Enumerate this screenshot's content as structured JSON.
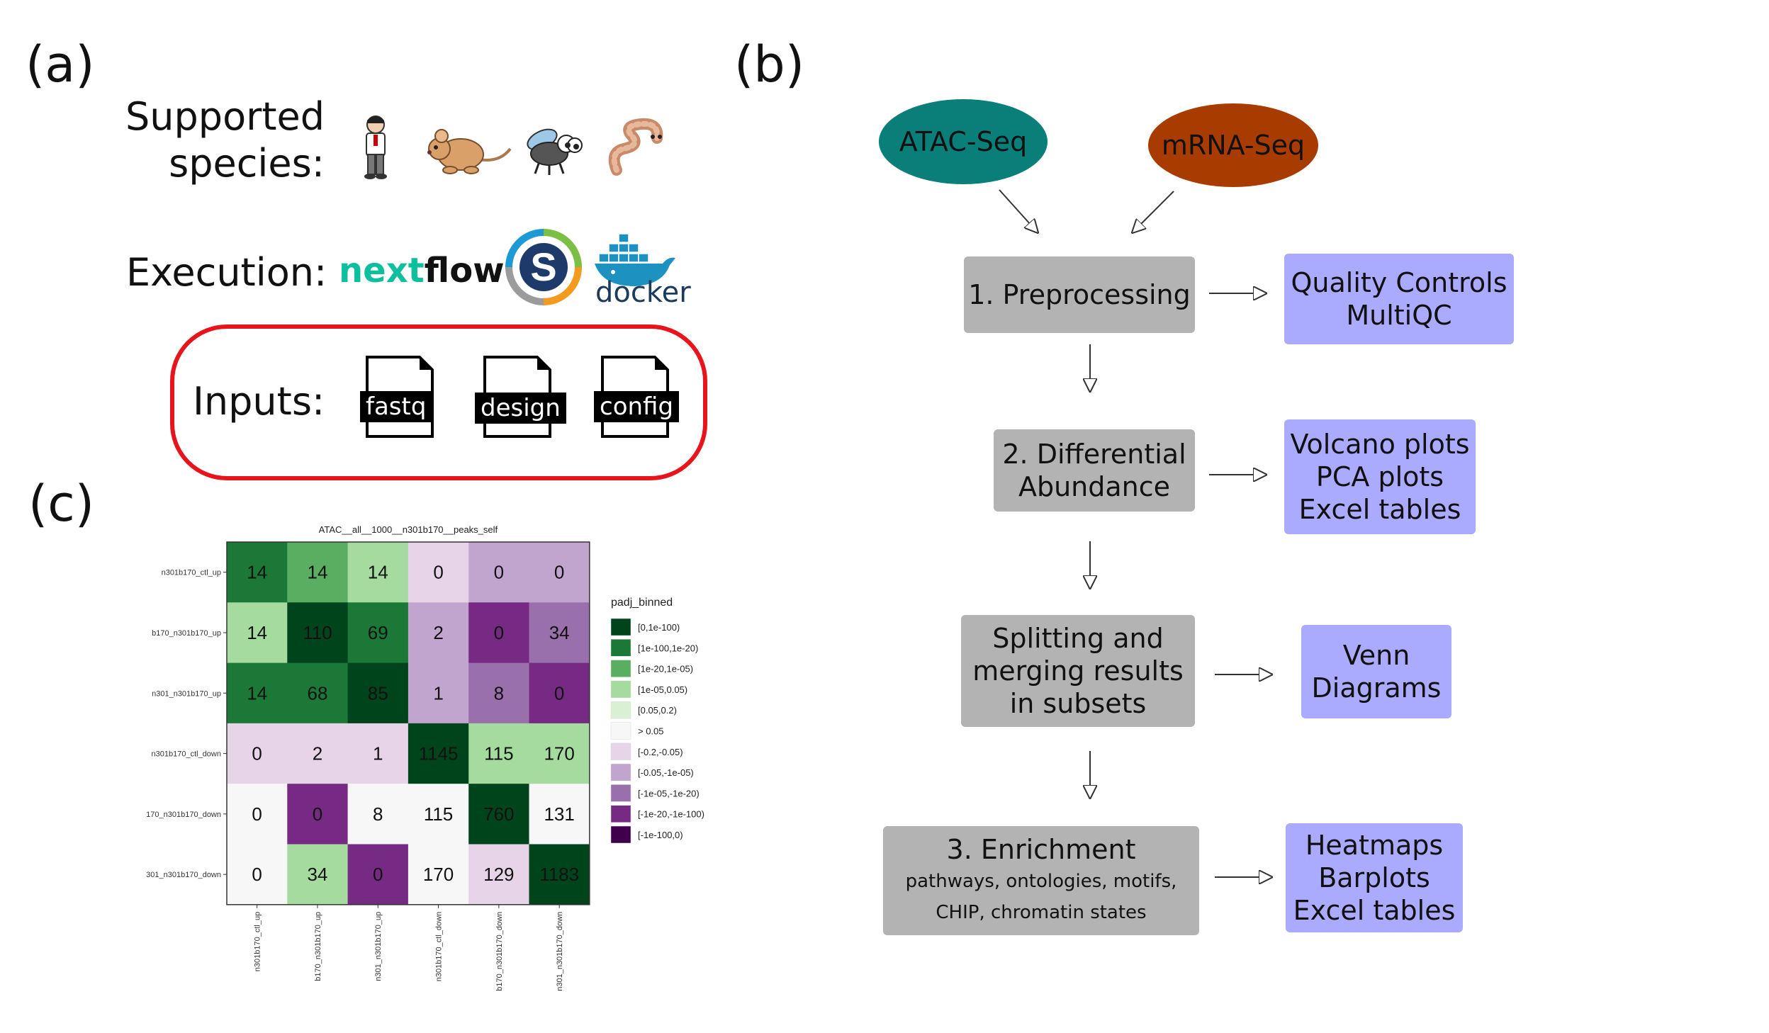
{
  "panels": {
    "a": "(a)",
    "b": "(b)",
    "c": "(c)"
  },
  "panel_a": {
    "species_label_line1": "Supported",
    "species_label_line2": "species:",
    "species_icons": [
      "human-icon",
      "mouse-icon",
      "fly-icon",
      "worm-icon"
    ],
    "execution_label": "Execution:",
    "nextflow_part1": "ne",
    "nextflow_part2": "x",
    "nextflow_part3": "t",
    "nextflow_part4": "flow",
    "docker_label": "docker",
    "inputs_label": "Inputs:",
    "files": [
      "fastq",
      "design",
      "config"
    ],
    "colors": {
      "nextflow_green": "#0dc09d",
      "docker_blue": "#1d63ed",
      "highlight_red": "#e8141b"
    }
  },
  "panel_b": {
    "sources": [
      {
        "label": "ATAC-Seq",
        "color": "#0a7f7a"
      },
      {
        "label": "mRNA-Seq",
        "color": "#a83c00"
      }
    ],
    "steps": [
      {
        "line1": "1. Preprocessing",
        "line2": "",
        "line3": "",
        "output_line1": "Quality Controls",
        "output_line2": "MultiQC",
        "output_line3": ""
      },
      {
        "line1": "2. Differential",
        "line2": "Abundance",
        "line3": "",
        "output_line1": "Volcano plots",
        "output_line2": "PCA plots",
        "output_line3": "Excel tables"
      },
      {
        "line1": "Splitting and",
        "line2": "merging results",
        "line3": "in subsets",
        "output_line1": "Venn",
        "output_line2": "Diagrams",
        "output_line3": ""
      },
      {
        "line1": "3. Enrichment",
        "line2": "pathways, ontologies, motifs,",
        "line3": "CHIP, chromatin states",
        "output_line1": "Heatmaps",
        "output_line2": "Barplots",
        "output_line3": "Excel tables"
      }
    ],
    "colors": {
      "step_gray": "#b3b3b3",
      "output_blue": "#aaaaff"
    }
  },
  "chart_data": {
    "type": "heatmap",
    "title": "ATAC__all__1000__n301b170__peaks_self",
    "row_labels": [
      "n301b170_ctl_up",
      "b170_n301b170_up",
      "n301_n301b170_up",
      "n301b170_ctl_down",
      "170_n301b170_down",
      "301_n301b170_down"
    ],
    "col_labels": [
      "n301b170_ctl_up",
      "b170_n301b170_up",
      "n301_n301b170_up",
      "n301b170_ctl_down",
      "b170_n301b170_down",
      "n301_n301b170_down"
    ],
    "values": [
      [
        14,
        14,
        14,
        0,
        0,
        0
      ],
      [
        14,
        110,
        69,
        2,
        0,
        34
      ],
      [
        14,
        68,
        85,
        1,
        8,
        0
      ],
      [
        0,
        2,
        1,
        1145,
        115,
        170
      ],
      [
        0,
        0,
        8,
        115,
        760,
        131
      ],
      [
        0,
        34,
        0,
        170,
        129,
        1183
      ]
    ],
    "bins": [
      [
        2,
        3,
        4,
        7,
        8,
        8
      ],
      [
        4,
        1,
        2,
        8,
        10,
        9
      ],
      [
        2,
        2,
        1,
        8,
        9,
        10
      ],
      [
        7,
        7,
        7,
        1,
        4,
        4
      ],
      [
        6,
        10,
        6,
        6,
        1,
        6
      ],
      [
        6,
        4,
        10,
        6,
        7,
        1
      ]
    ],
    "legend_title": "padj_binned",
    "legend": [
      {
        "label": "[0,1e-100)",
        "color": "#00441b"
      },
      {
        "label": "[1e-100,1e-20)",
        "color": "#1b7837"
      },
      {
        "label": "[1e-20,1e-05)",
        "color": "#5aae61"
      },
      {
        "label": "[1e-05,0.05)",
        "color": "#a6dba0"
      },
      {
        "label": "[0.05,0.2)",
        "color": "#d9f0d3"
      },
      {
        "label": "> 0.05",
        "color": "#f7f7f7"
      },
      {
        "label": "[-0.2,-0.05)",
        "color": "#e7d4e8"
      },
      {
        "label": "[-0.05,-1e-05)",
        "color": "#c2a5cf"
      },
      {
        "label": "[-1e-05,-1e-20)",
        "color": "#9970ab"
      },
      {
        "label": "[-1e-20,-1e-100)",
        "color": "#762a83"
      },
      {
        "label": "[-1e-100,0)",
        "color": "#40004b"
      }
    ],
    "legend_placement": "right"
  }
}
